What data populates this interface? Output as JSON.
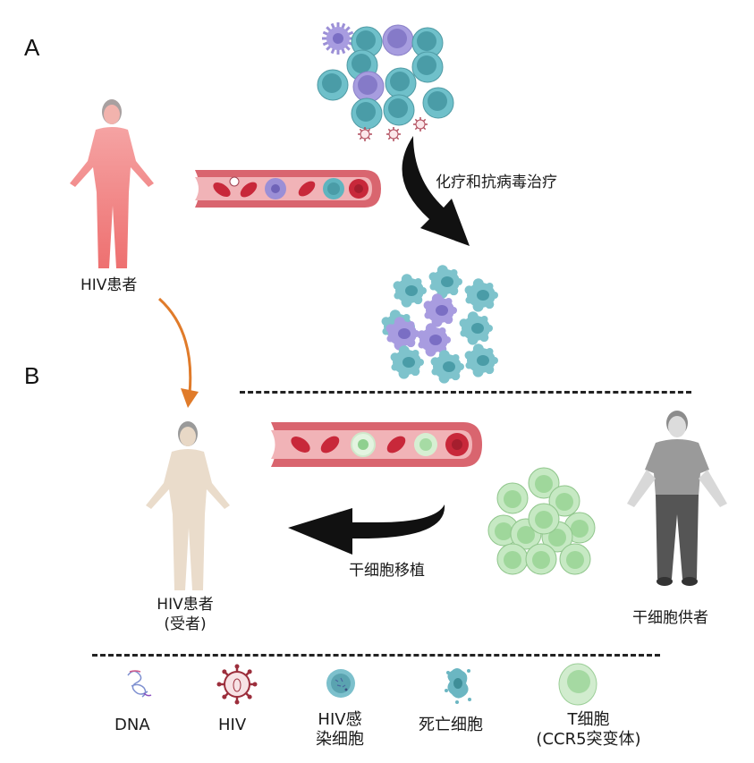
{
  "panels": {
    "a": {
      "label": "A",
      "patient_label": "HIV患者",
      "treatment_label": "化疗和抗病毒治疗"
    },
    "b": {
      "label": "B",
      "recipient_label_line1": "HIV患者",
      "recipient_label_line2": "(受者)",
      "transplant_label": "干细胞移植",
      "donor_label": "干细胞供者"
    }
  },
  "legend": {
    "items": [
      {
        "icon": "dna-icon",
        "label": "DNA"
      },
      {
        "icon": "hiv-virus-icon",
        "label": "HIV"
      },
      {
        "icon": "infected-cell-icon",
        "label_line1": "HIV感",
        "label_line2": "染细胞"
      },
      {
        "icon": "dead-cell-icon",
        "label": "死亡细胞"
      },
      {
        "icon": "t-cell-icon",
        "label_line1": "T细胞",
        "label_line2": "(CCR5突变体)"
      }
    ]
  },
  "colors": {
    "patient_body": "#f07a7a",
    "recipient_body": "#eadccb",
    "donor_shirt": "#9a9a9a",
    "donor_pants": "#555555",
    "vessel": "#d9656f",
    "vessel_inner": "#f1b3b7",
    "red_cell": "#c8283a",
    "infected_cell": "#5fb4bf",
    "infected_nucleus": "#3f8e98",
    "purple_cell": "#9b8fd6",
    "t_cell": "#bfe5be",
    "t_cell_nucleus": "#8fd08f",
    "orange_arrow": "#e07b2a",
    "black_arrow": "#111111"
  }
}
